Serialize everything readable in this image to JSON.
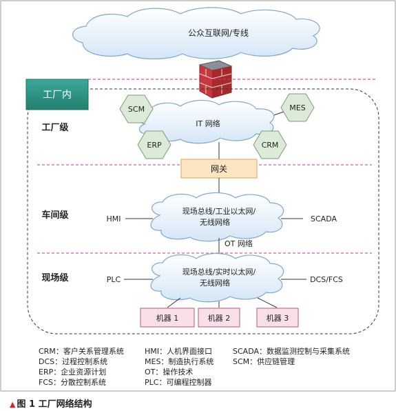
{
  "internet": {
    "label": "公众互联网/专线"
  },
  "factory": {
    "badge": "工厂内"
  },
  "levels": {
    "factory": "工厂级",
    "workshop": "车间级",
    "field": "现场级"
  },
  "it": {
    "cloud": "IT 网络",
    "systems": {
      "scm": "SCM",
      "mes": "MES",
      "erp": "ERP",
      "crm": "CRM"
    }
  },
  "gateway": {
    "label": "网关"
  },
  "workshop_net": {
    "line1": "现场总线/工业以太网/",
    "line2": "无线网络",
    "left": "HMI",
    "right": "SCADA"
  },
  "ot": {
    "label": "OT 网络"
  },
  "field_net": {
    "line1": "现场总线/实时以太网/",
    "line2": "无线网络",
    "left": "PLC",
    "right": "DCS/FCS"
  },
  "machines": [
    "机器 1",
    "机器 2",
    "机器 3"
  ],
  "legend": {
    "col1": [
      "CRM：客户关系管理系统",
      "DCS：过程控制系统",
      "ERP：企业资源计划",
      "FCS：分散控制系统"
    ],
    "col2": [
      "HMI：人机界面接口",
      "MES：制造执行系统",
      "OT：操作技术",
      "PLC：可编程控制器"
    ],
    "col3": [
      "SCADA：数据监测控制与采集系统",
      "SCM：供应链管理"
    ]
  },
  "caption": {
    "marker": "▲",
    "text": "图 1 工厂网络结构"
  },
  "colors": {
    "cloud_fill": "#e6f1fb",
    "cloud_stroke": "#7ea6d1",
    "badge": "#2f9a8c",
    "hex_fill": "#dcebd8",
    "hex_stroke": "#7a9a72",
    "gateway_fill": "#fde5c2",
    "gateway_stroke": "#d7a55a",
    "machine_fill": "#f9dfe8",
    "machine_stroke": "#b55a77",
    "divider": "#cc2f86",
    "caption_marker": "#d22222"
  }
}
